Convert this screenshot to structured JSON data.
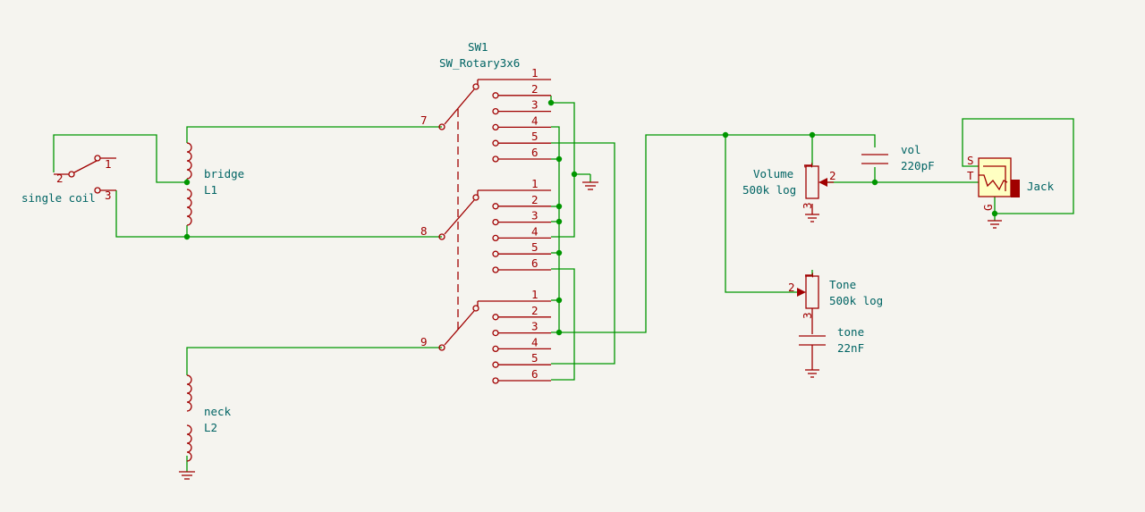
{
  "colors": {
    "background": "#f5f4ef",
    "wire": "#009600",
    "symbol": "#a00000",
    "text": "#006464",
    "jack_fill": "#ffffc2"
  },
  "switch": {
    "ref": "SW1",
    "value": "SW_Rotary3x6",
    "deck_pins": [
      "1",
      "2",
      "3",
      "4",
      "5",
      "6"
    ],
    "commons": [
      "7",
      "8",
      "9"
    ]
  },
  "selector": {
    "name": "single coil",
    "pins": [
      "1",
      "2",
      "3"
    ]
  },
  "bridge": {
    "name": "bridge",
    "ref": "L1"
  },
  "neck": {
    "name": "neck",
    "ref": "L2"
  },
  "volume": {
    "name": "Volume",
    "value": "500k log",
    "pins": [
      "1",
      "2",
      "3"
    ]
  },
  "tone_pot": {
    "name": "Tone",
    "value": "500k log",
    "pins": [
      "1",
      "2",
      "3"
    ]
  },
  "vol_cap": {
    "name": "vol",
    "value": "220pF"
  },
  "tone_cap": {
    "name": "tone",
    "value": "22nF"
  },
  "jack": {
    "name": "Jack",
    "pins": [
      "S",
      "T",
      "G"
    ]
  }
}
